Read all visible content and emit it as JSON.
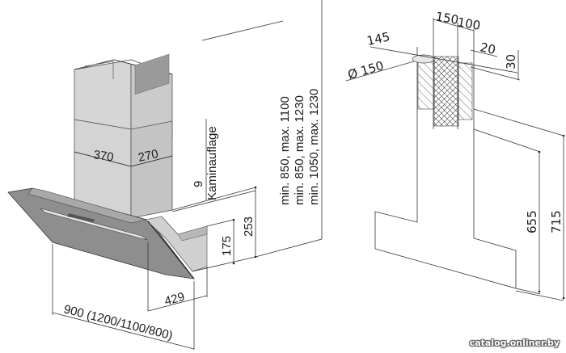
{
  "left_view": {
    "chimney_width": "370",
    "chimney_depth": "270",
    "chimney_support_offset": "9",
    "chimney_support_label": "Kaminauflage",
    "height_ranges": [
      "min. 850, max. 1100",
      "min. 850, max. 1230",
      "min. 1050, max. 1230"
    ],
    "hood_back_height": "253",
    "hood_box_height": "175",
    "hood_depth": "429",
    "hood_width": "900 (1200/1100/800)"
  },
  "right_view": {
    "outlet_diameter": "Ø 150",
    "offset_145": "145",
    "dim_150": "150",
    "dim_100": "100",
    "dim_20": "20",
    "dim_30": "30",
    "height_655": "655",
    "height_715": "715"
  },
  "watermark": "catalog.onliner.by",
  "colors": {
    "chimney_front": "#d4d4d4",
    "chimney_side": "#c6c6c6",
    "hood_glass": "#8c8c8c",
    "hood_box": "#d0d0d0",
    "line": "#333333"
  }
}
